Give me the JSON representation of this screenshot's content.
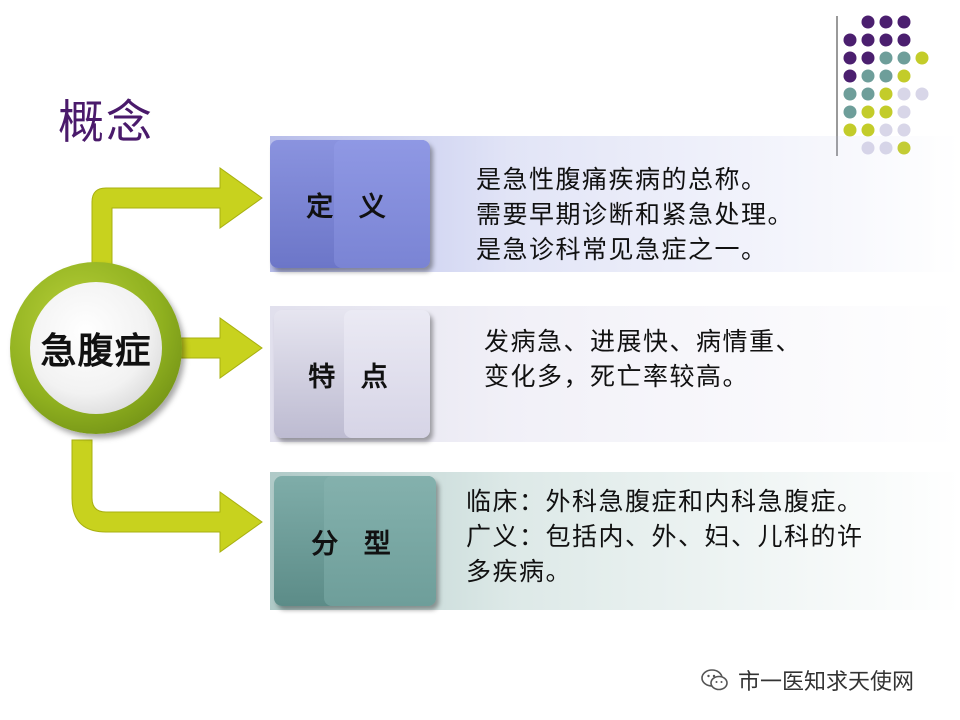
{
  "title": "概念",
  "hub": {
    "label": "急腹症"
  },
  "rows": [
    {
      "label": "定 义",
      "lines": [
        "是急性腹痛疾病的总称。",
        "需要早期诊断和紧急处理。",
        "是急诊科常见急症之一。"
      ]
    },
    {
      "label": "特 点",
      "lines": [
        "发病急、进展快、病情重、",
        "变化多，死亡率较高。"
      ]
    },
    {
      "label": "分 型",
      "lines": [
        "临床：外科急腹症和内科急腹症。",
        "广义：包括内、外、妇、儿科的许",
        "多疾病。"
      ]
    }
  ],
  "watermark": {
    "text": "市一医知求天使网",
    "icon": "wechat-icon"
  },
  "colors": {
    "title": "#4a1a6b",
    "arrow": "#c8d21e",
    "hub_ring": "#8fb01f",
    "row1": "#7b86d8",
    "row2": "#d6d4e6",
    "row3": "#6e9e9a",
    "dot_purple": "#4b1f6f",
    "dot_teal": "#6e9e9a",
    "dot_lime": "#c3cc2a",
    "dot_lilac": "#d8d6e8"
  }
}
